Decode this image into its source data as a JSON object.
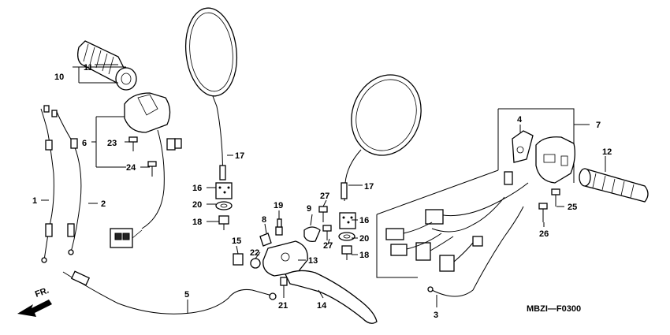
{
  "diagram": {
    "code": "MBZI—F0300",
    "front_label": "FR.",
    "callouts": {
      "c1": "1",
      "c2": "2",
      "c3": "3",
      "c4": "4",
      "c5": "5",
      "c6": "6",
      "c7": "7",
      "c8": "8",
      "c9": "9",
      "c10": "10",
      "c11": "11",
      "c12": "12",
      "c13": "13",
      "c14": "14",
      "c15": "15",
      "c16a": "16",
      "c16b": "16",
      "c17a": "17",
      "c17b": "17",
      "c18a": "18",
      "c18b": "18",
      "c19": "19",
      "c20a": "20",
      "c20b": "20",
      "c21": "21",
      "c22": "22",
      "c23": "23",
      "c24": "24",
      "c25": "25",
      "c26": "26",
      "c27a": "27",
      "c27b": "27"
    }
  }
}
